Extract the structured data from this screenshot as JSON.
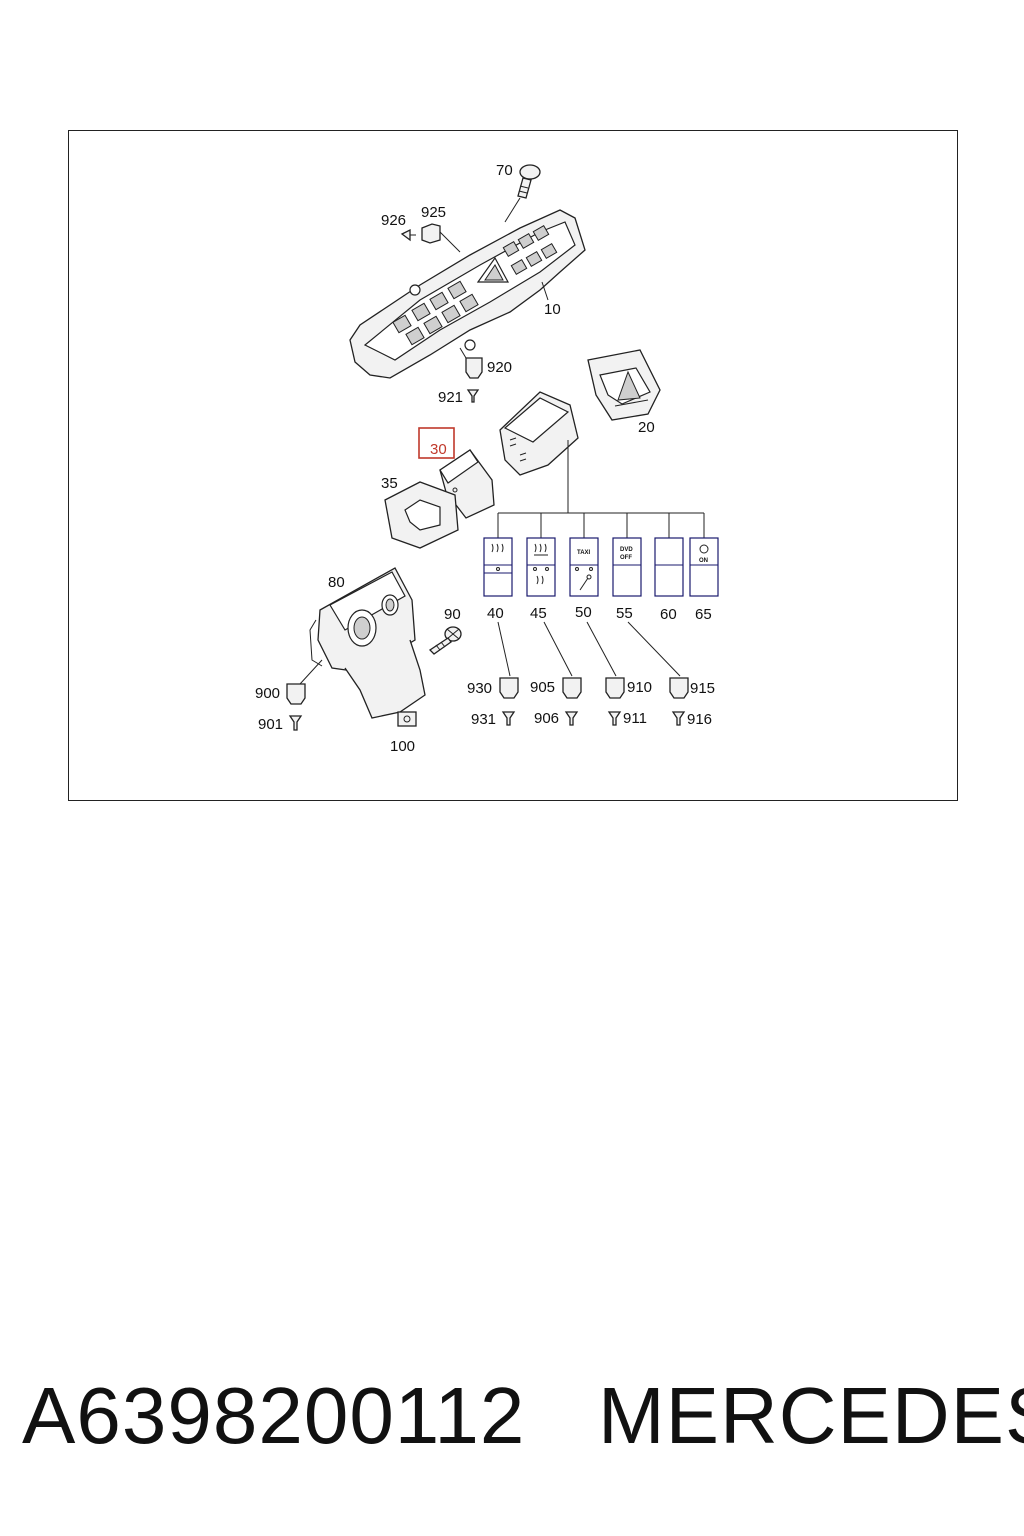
{
  "diagram": {
    "callouts": {
      "c70": "70",
      "c926": "926",
      "c925": "925",
      "c10": "10",
      "c920": "920",
      "c921": "921",
      "c20": "20",
      "c30": "30",
      "c35": "35",
      "c40": "40",
      "c45": "45",
      "c50": "50",
      "c55": "55",
      "c60": "60",
      "c65": "65",
      "c80": "80",
      "c90": "90",
      "c900": "900",
      "c901": "901",
      "c100": "100",
      "c930": "930",
      "c931": "931",
      "c905": "905",
      "c906": "906",
      "c910": "910",
      "c911": "911",
      "c915": "915",
      "c916": "916"
    },
    "switch_glyphs": {
      "taxi": "TAXI",
      "dvd": "DVD",
      "off": "OFF",
      "on": "ON"
    },
    "highlighted_callout": "30",
    "highlight_color": "#c0392b"
  },
  "footer": {
    "part_number": "A6398200112",
    "brand": "MERCEDES"
  }
}
